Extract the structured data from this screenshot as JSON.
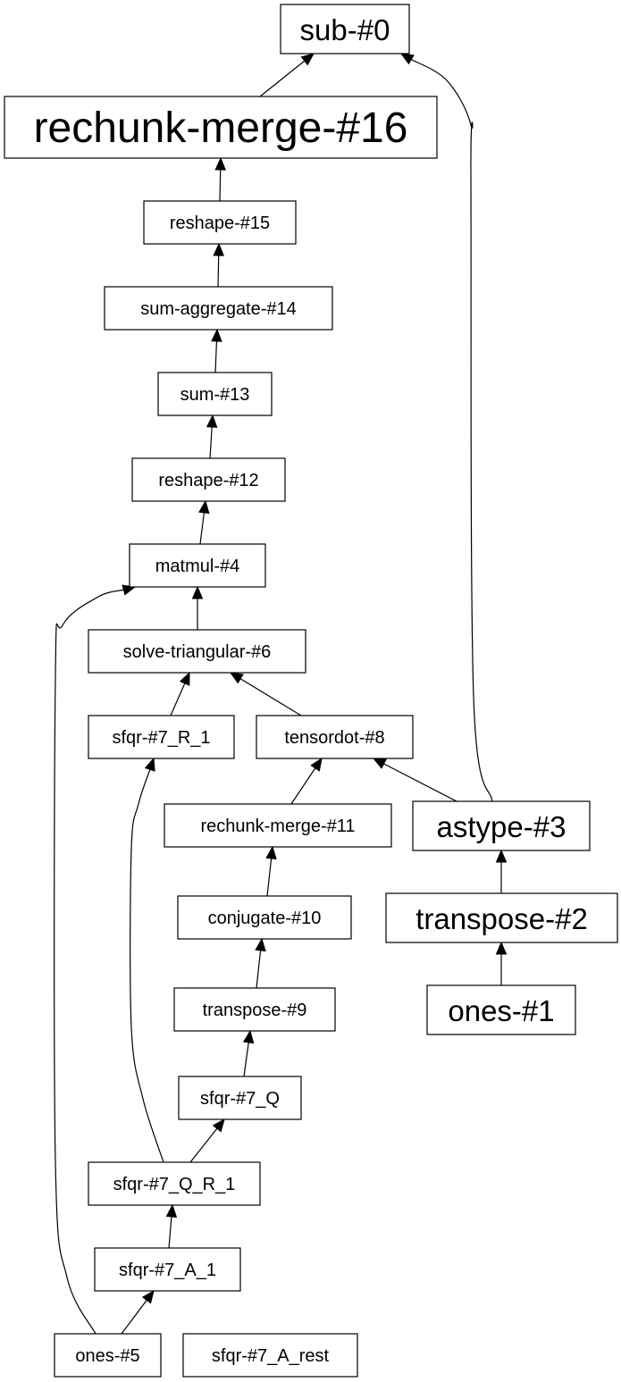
{
  "graph": {
    "type": "task-dependency-graph",
    "direction": "bottom-to-top",
    "colors": {
      "node_border": "#000000",
      "node_fill": "#ffffff",
      "edge": "#000000",
      "text": "#000000",
      "background": "#ffffff"
    },
    "nodes": [
      {
        "id": "sub-0",
        "label": "sub-#0",
        "emphasis": "large"
      },
      {
        "id": "rechunk-merge-16",
        "label": "rechunk-merge-#16",
        "emphasis": "xlarge"
      },
      {
        "id": "reshape-15",
        "label": "reshape-#15",
        "emphasis": "normal"
      },
      {
        "id": "sum-aggregate-14",
        "label": "sum-aggregate-#14",
        "emphasis": "normal"
      },
      {
        "id": "sum-13",
        "label": "sum-#13",
        "emphasis": "normal"
      },
      {
        "id": "reshape-12",
        "label": "reshape-#12",
        "emphasis": "normal"
      },
      {
        "id": "matmul-4",
        "label": "matmul-#4",
        "emphasis": "normal"
      },
      {
        "id": "solve-triangular-6",
        "label": "solve-triangular-#6",
        "emphasis": "normal"
      },
      {
        "id": "sfqr-7-R-1",
        "label": "sfqr-#7_R_1",
        "emphasis": "normal"
      },
      {
        "id": "tensordot-8",
        "label": "tensordot-#8",
        "emphasis": "normal"
      },
      {
        "id": "rechunk-merge-11",
        "label": "rechunk-merge-#11",
        "emphasis": "normal"
      },
      {
        "id": "astype-3",
        "label": "astype-#3",
        "emphasis": "large"
      },
      {
        "id": "conjugate-10",
        "label": "conjugate-#10",
        "emphasis": "normal"
      },
      {
        "id": "transpose-2",
        "label": "transpose-#2",
        "emphasis": "large"
      },
      {
        "id": "transpose-9",
        "label": "transpose-#9",
        "emphasis": "normal"
      },
      {
        "id": "ones-1",
        "label": "ones-#1",
        "emphasis": "large"
      },
      {
        "id": "sfqr-7-Q",
        "label": "sfqr-#7_Q",
        "emphasis": "normal"
      },
      {
        "id": "sfqr-7-Q-R-1",
        "label": "sfqr-#7_Q_R_1",
        "emphasis": "normal"
      },
      {
        "id": "sfqr-7-A-1",
        "label": "sfqr-#7_A_1",
        "emphasis": "normal"
      },
      {
        "id": "ones-5",
        "label": "ones-#5",
        "emphasis": "normal"
      },
      {
        "id": "sfqr-7-A-rest",
        "label": "sfqr-#7_A_rest",
        "emphasis": "normal"
      }
    ],
    "edges": [
      {
        "from": "rechunk-merge-16",
        "to": "sub-0"
      },
      {
        "from": "astype-3",
        "to": "sub-0"
      },
      {
        "from": "reshape-15",
        "to": "rechunk-merge-16"
      },
      {
        "from": "sum-aggregate-14",
        "to": "reshape-15"
      },
      {
        "from": "sum-13",
        "to": "sum-aggregate-14"
      },
      {
        "from": "reshape-12",
        "to": "sum-13"
      },
      {
        "from": "matmul-4",
        "to": "reshape-12"
      },
      {
        "from": "solve-triangular-6",
        "to": "matmul-4"
      },
      {
        "from": "ones-5",
        "to": "matmul-4"
      },
      {
        "from": "sfqr-7-R-1",
        "to": "solve-triangular-6"
      },
      {
        "from": "tensordot-8",
        "to": "solve-triangular-6"
      },
      {
        "from": "sfqr-7-Q-R-1",
        "to": "sfqr-7-R-1"
      },
      {
        "from": "rechunk-merge-11",
        "to": "tensordot-8"
      },
      {
        "from": "astype-3",
        "to": "tensordot-8"
      },
      {
        "from": "conjugate-10",
        "to": "rechunk-merge-11"
      },
      {
        "from": "transpose-2",
        "to": "astype-3"
      },
      {
        "from": "transpose-9",
        "to": "conjugate-10"
      },
      {
        "from": "ones-1",
        "to": "transpose-2"
      },
      {
        "from": "sfqr-7-Q",
        "to": "transpose-9"
      },
      {
        "from": "sfqr-7-Q-R-1",
        "to": "sfqr-7-Q"
      },
      {
        "from": "sfqr-7-A-1",
        "to": "sfqr-7-Q-R-1"
      },
      {
        "from": "ones-5",
        "to": "sfqr-7-A-1"
      }
    ]
  }
}
